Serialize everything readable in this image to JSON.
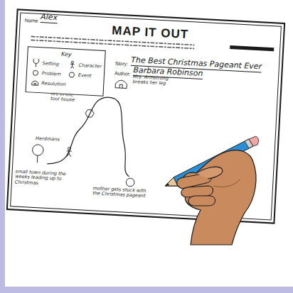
{
  "diagram": {
    "title": "MAP IT OUT",
    "nodes": [
      {
        "text": [
          "MAP IT OUT"
        ]
      },
      {
        "text": [
          "Key"
        ],
        "in": 0
      }
    ],
    "labels": [
      "Name",
      "Alex",
      "Story:",
      "The Best Christmas Pageant Ever",
      "Author:",
      "Barbara Robinson",
      "Mrs. Armstrong breaks her leg",
      "fire in the tool house",
      "Herdmans",
      "mother gets stuck with the Christmas pageant",
      "small town during the weeks leading up to Christmas"
    ],
    "legend": [
      {
        "text": "Setting"
      },
      {
        "text": "Character"
      },
      {
        "text": "Problem"
      },
      {
        "text": "Event"
      },
      {
        "text": "Resolution"
      }
    ]
  }
}
